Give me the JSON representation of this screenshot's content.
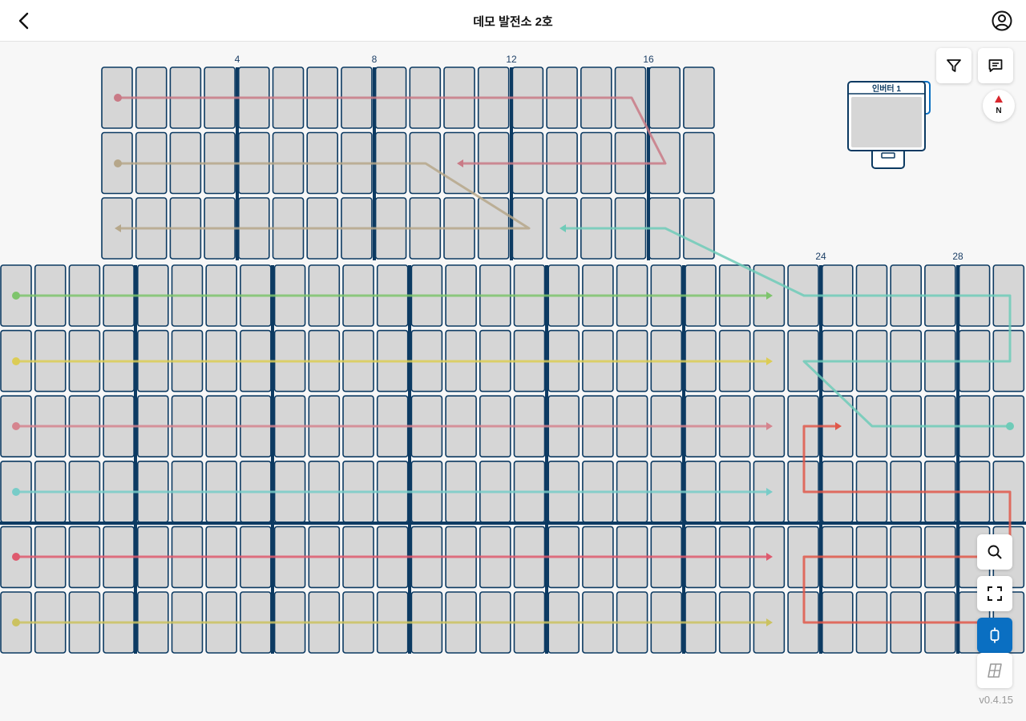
{
  "header": {
    "title": "데모 발전소 2호"
  },
  "inverter": {
    "label": "인버터 1"
  },
  "compass": {
    "label": "N"
  },
  "version": "v0.4.15",
  "column_markers": {
    "top_array": [
      "4",
      "8",
      "12",
      "16"
    ],
    "bottom_array": [
      "24",
      "28"
    ]
  },
  "toolbar": {
    "filter_icon": "filter-icon",
    "comment_icon": "comment-icon",
    "search_icon": "search-icon",
    "fullscreen_icon": "fullscreen-icon",
    "string_view_icon": "connector-icon",
    "panel_view_icon": "solar-panel-icon",
    "active": "string-view"
  },
  "colors": {
    "frame": "#0c3a62",
    "module_fill": "#d6d6d6",
    "accent": "#0a6fc2",
    "string_red": "#c97a86",
    "string_tan": "#b6a78a",
    "string_teal": "#6fcbb8",
    "string_green": "#7ec46c",
    "string_yellow": "#dccc55",
    "string_pink": "#d5848e",
    "string_cyan": "#78ccc8",
    "string_crimson": "#de5a6e",
    "string_olive": "#cbc260",
    "string_orange": "#e0584a"
  }
}
